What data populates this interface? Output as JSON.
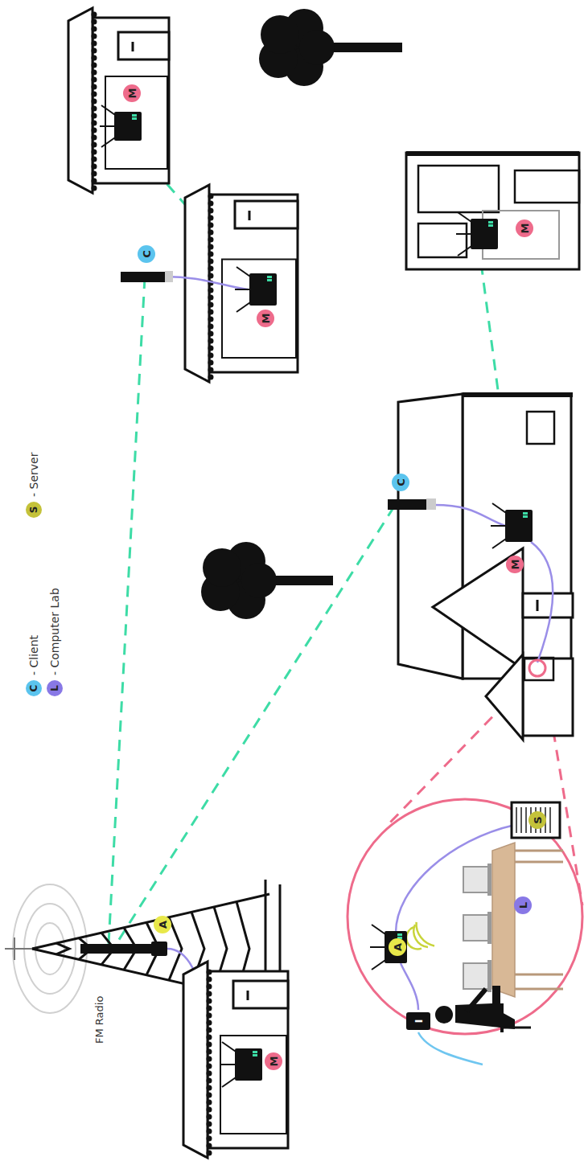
{
  "diagram": {
    "nodes": [
      {
        "text": [
          "A"
        ]
      },
      {
        "text": [
          "M"
        ]
      },
      {
        "text": [
          "A"
        ]
      },
      {
        "text": [
          "I"
        ]
      },
      {
        "text": [
          "L"
        ]
      },
      {
        "text": [
          "S"
        ]
      },
      {
        "text": [
          "C"
        ]
      },
      {
        "text": [
          "M"
        ]
      },
      {
        "text": [
          "C"
        ]
      },
      {
        "text": [
          "M"
        ]
      },
      {
        "text": [
          "M"
        ]
      },
      {
        "text": [
          "M"
        ]
      }
    ],
    "labels": [
      "FM Radio",
      "C",
      "L",
      "S"
    ],
    "legend": [
      {
        "text": "- Client",
        "color": "#5bc4ee"
      },
      {
        "text": "- Computer Lab",
        "color": "#8878e6"
      },
      {
        "text": "- Server",
        "color": "#c4c23a"
      }
    ]
  }
}
